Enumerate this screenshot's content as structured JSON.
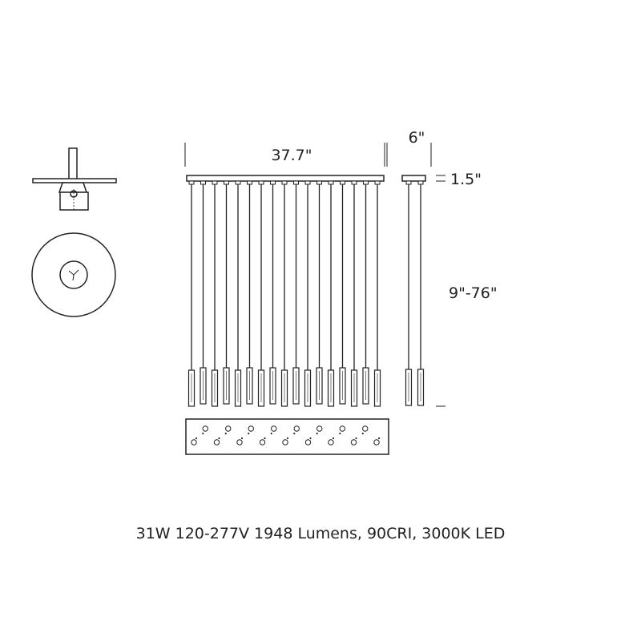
{
  "dimensions": {
    "width": "37.7\"",
    "depth": "6\"",
    "canopy_height": "1.5\"",
    "drop": "9\"-76\""
  },
  "spec_text": "31W 120-277V 1948 Lumens, 90CRI, 3000K LED",
  "pendant_count": 17,
  "side_pendant_count": 2,
  "canopy_hole_count": 17,
  "colors": {
    "line": "#222222"
  }
}
